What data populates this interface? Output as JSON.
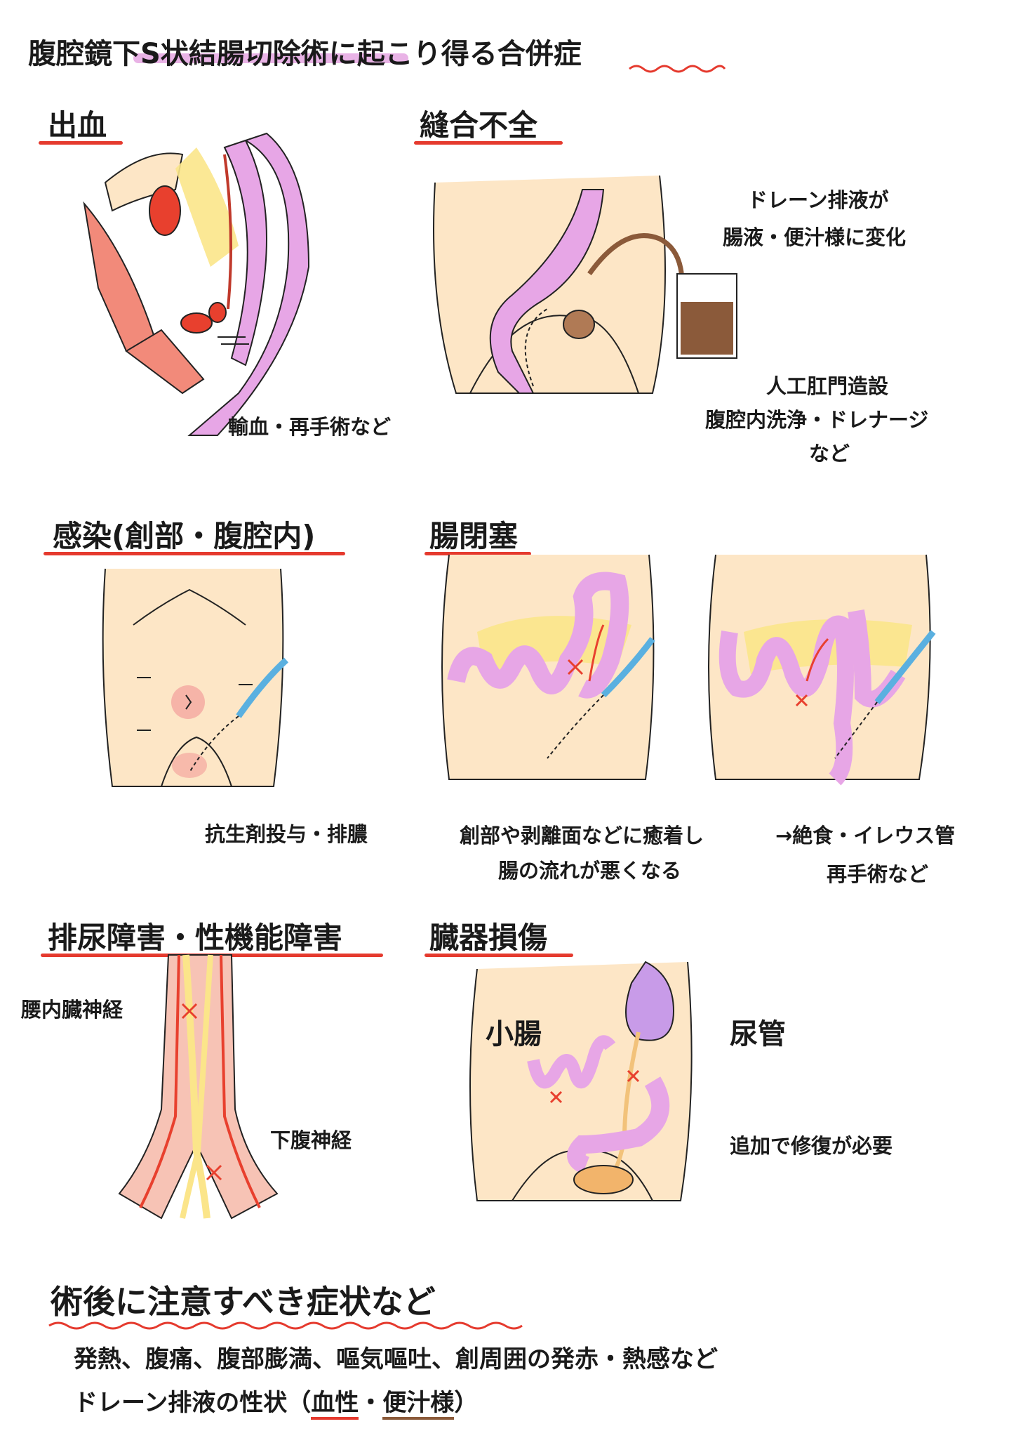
{
  "title": "腹腔鏡下S状結腸切除術に起こり得る合併症",
  "sections": {
    "bleeding": {
      "heading": "出血",
      "note": "輸血・再手術など"
    },
    "leak": {
      "heading": "縫合不全",
      "note1": [
        "ドレーン排液が",
        "腸液・便汁様に変化"
      ],
      "note2": [
        "人工肛門造設",
        "腹腔内洗浄・ドレナージ",
        "など"
      ]
    },
    "infection": {
      "heading": "感染(創部・腹腔内)",
      "note": "抗生剤投与・排膿"
    },
    "obstruction": {
      "heading": "腸閉塞",
      "note1": [
        "創部や剥離面などに癒着し",
        "腸の流れが悪くなる"
      ],
      "note2": [
        "→絶食・イレウス管",
        "再手術など"
      ]
    },
    "dysfunction": {
      "heading": "排尿障害・性機能障害",
      "label_upper": "腰内臓神経",
      "label_lower": "下腹神経"
    },
    "injury": {
      "heading": "臓器損傷",
      "label_left": "小腸",
      "label_right": "尿管",
      "note": "追加で修復が必要"
    }
  },
  "footer": {
    "heading": "術後に注意すべき症状など",
    "line1": "発熱、腹痛、腹部膨満、嘔気嘔吐、創周囲の発赤・熱感など",
    "line2_prefix": "ドレーン排液の性状（",
    "line2_blood": "血性",
    "line2_sep": "・",
    "line2_feces": "便汁様",
    "line2_suffix": "）"
  },
  "colors": {
    "red_underline": "#e53a2e",
    "pink_highlight": "#e9b3e6",
    "skin": "#fde6c6",
    "vessel_red": "#e8402e",
    "colon_pink": "#e7a6e6",
    "fat_yellow": "#fbe58a",
    "drain_blue": "#5ab0e0",
    "brown_fluid": "#8b5a3a"
  }
}
